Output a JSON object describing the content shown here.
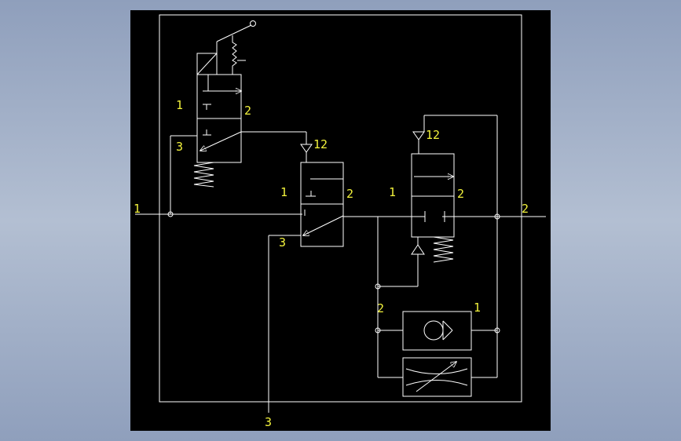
{
  "colors": {
    "background": "#000000",
    "line": "#ffffff",
    "label": "#f2f23c",
    "window": "#8f9fbc"
  },
  "labels": {
    "main_inlet": "1",
    "main_outlet": "2",
    "exhaust": "3",
    "v1_port1": "1",
    "v1_port2": "2",
    "v1_port3": "3",
    "v2_pilot": "12",
    "v2_port1": "1",
    "v2_port2": "2",
    "v2_port3": "3",
    "v3_pilot": "12",
    "v3_port1": "1",
    "v3_port2": "2",
    "check_port1": "1",
    "check_port2": "2"
  }
}
